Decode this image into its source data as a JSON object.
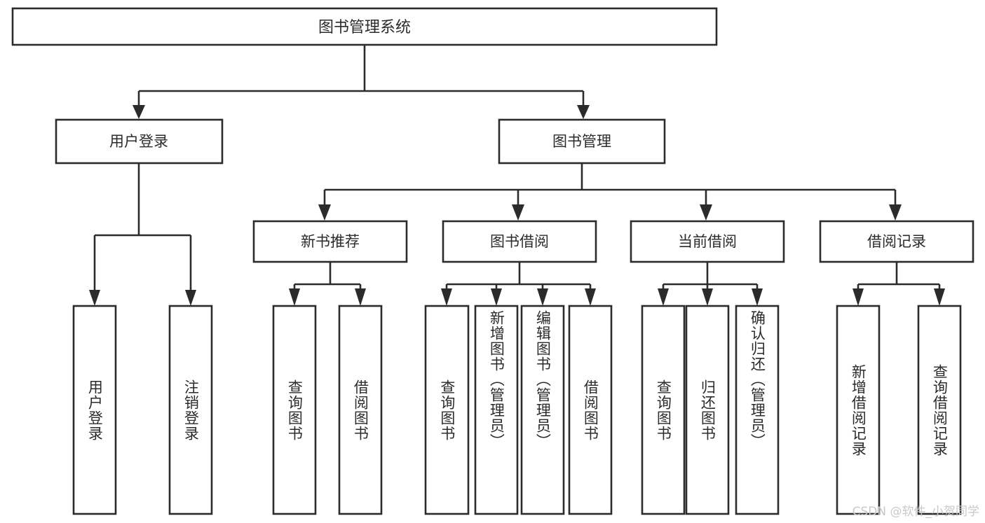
{
  "diagram": {
    "title": "图书管理系统",
    "type": "tree-hierarchy-chart",
    "background_color": "#ffffff",
    "line_color": "#2b2b2b",
    "box_fill": "#ffffff",
    "watermark": "CSDN @软件_小贺同学",
    "root": {
      "label": "图书管理系统"
    },
    "level1": [
      {
        "label": "用户登录"
      },
      {
        "label": "图书管理"
      }
    ],
    "level2": [
      {
        "label": "新书推荐"
      },
      {
        "label": "图书借阅"
      },
      {
        "label": "当前借阅"
      },
      {
        "label": "借阅记录"
      }
    ],
    "leaves": {
      "user_login": [
        {
          "label": "用户登录"
        },
        {
          "label": "注销登录"
        }
      ],
      "new_book_recommend": [
        {
          "label": "查询图书"
        },
        {
          "label": "借阅图书"
        }
      ],
      "book_borrow": [
        {
          "label": "查询图书"
        },
        {
          "label": "新增图书（管理员）"
        },
        {
          "label": "编辑图书（管理员）"
        },
        {
          "label": "借阅图书"
        }
      ],
      "current_borrow": [
        {
          "label": "查询图书"
        },
        {
          "label": "归还图书"
        },
        {
          "label": "确认归还（管理员）"
        }
      ],
      "borrow_record": [
        {
          "label": "新增借阅记录"
        },
        {
          "label": "查询借阅记录"
        }
      ]
    }
  }
}
